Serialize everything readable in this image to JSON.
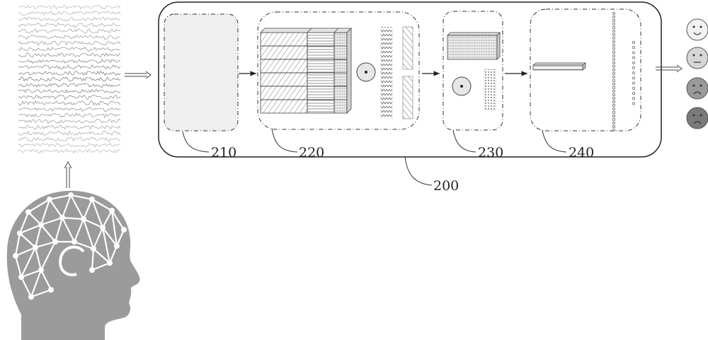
{
  "refs": {
    "system": "200",
    "module_1": "210",
    "module_2": "220",
    "module_3": "230",
    "module_4": "240"
  },
  "emotions": {
    "faces": [
      "happy-face-icon",
      "neutral-face-icon",
      "sad-face-icon",
      "sad-face-dark-icon"
    ],
    "fills": [
      "#f2f2f2",
      "#d6d6d6",
      "#9a9a9a",
      "#7a7a7a"
    ]
  },
  "icons": {
    "head": "eeg-head-icon",
    "signals": "eeg-signal-waves",
    "multiply": "elementwise-multiply-icon"
  },
  "colors": {
    "stroke": "#333333",
    "head_fill": "#9b9b9b",
    "panel_fill": "#efefef"
  }
}
